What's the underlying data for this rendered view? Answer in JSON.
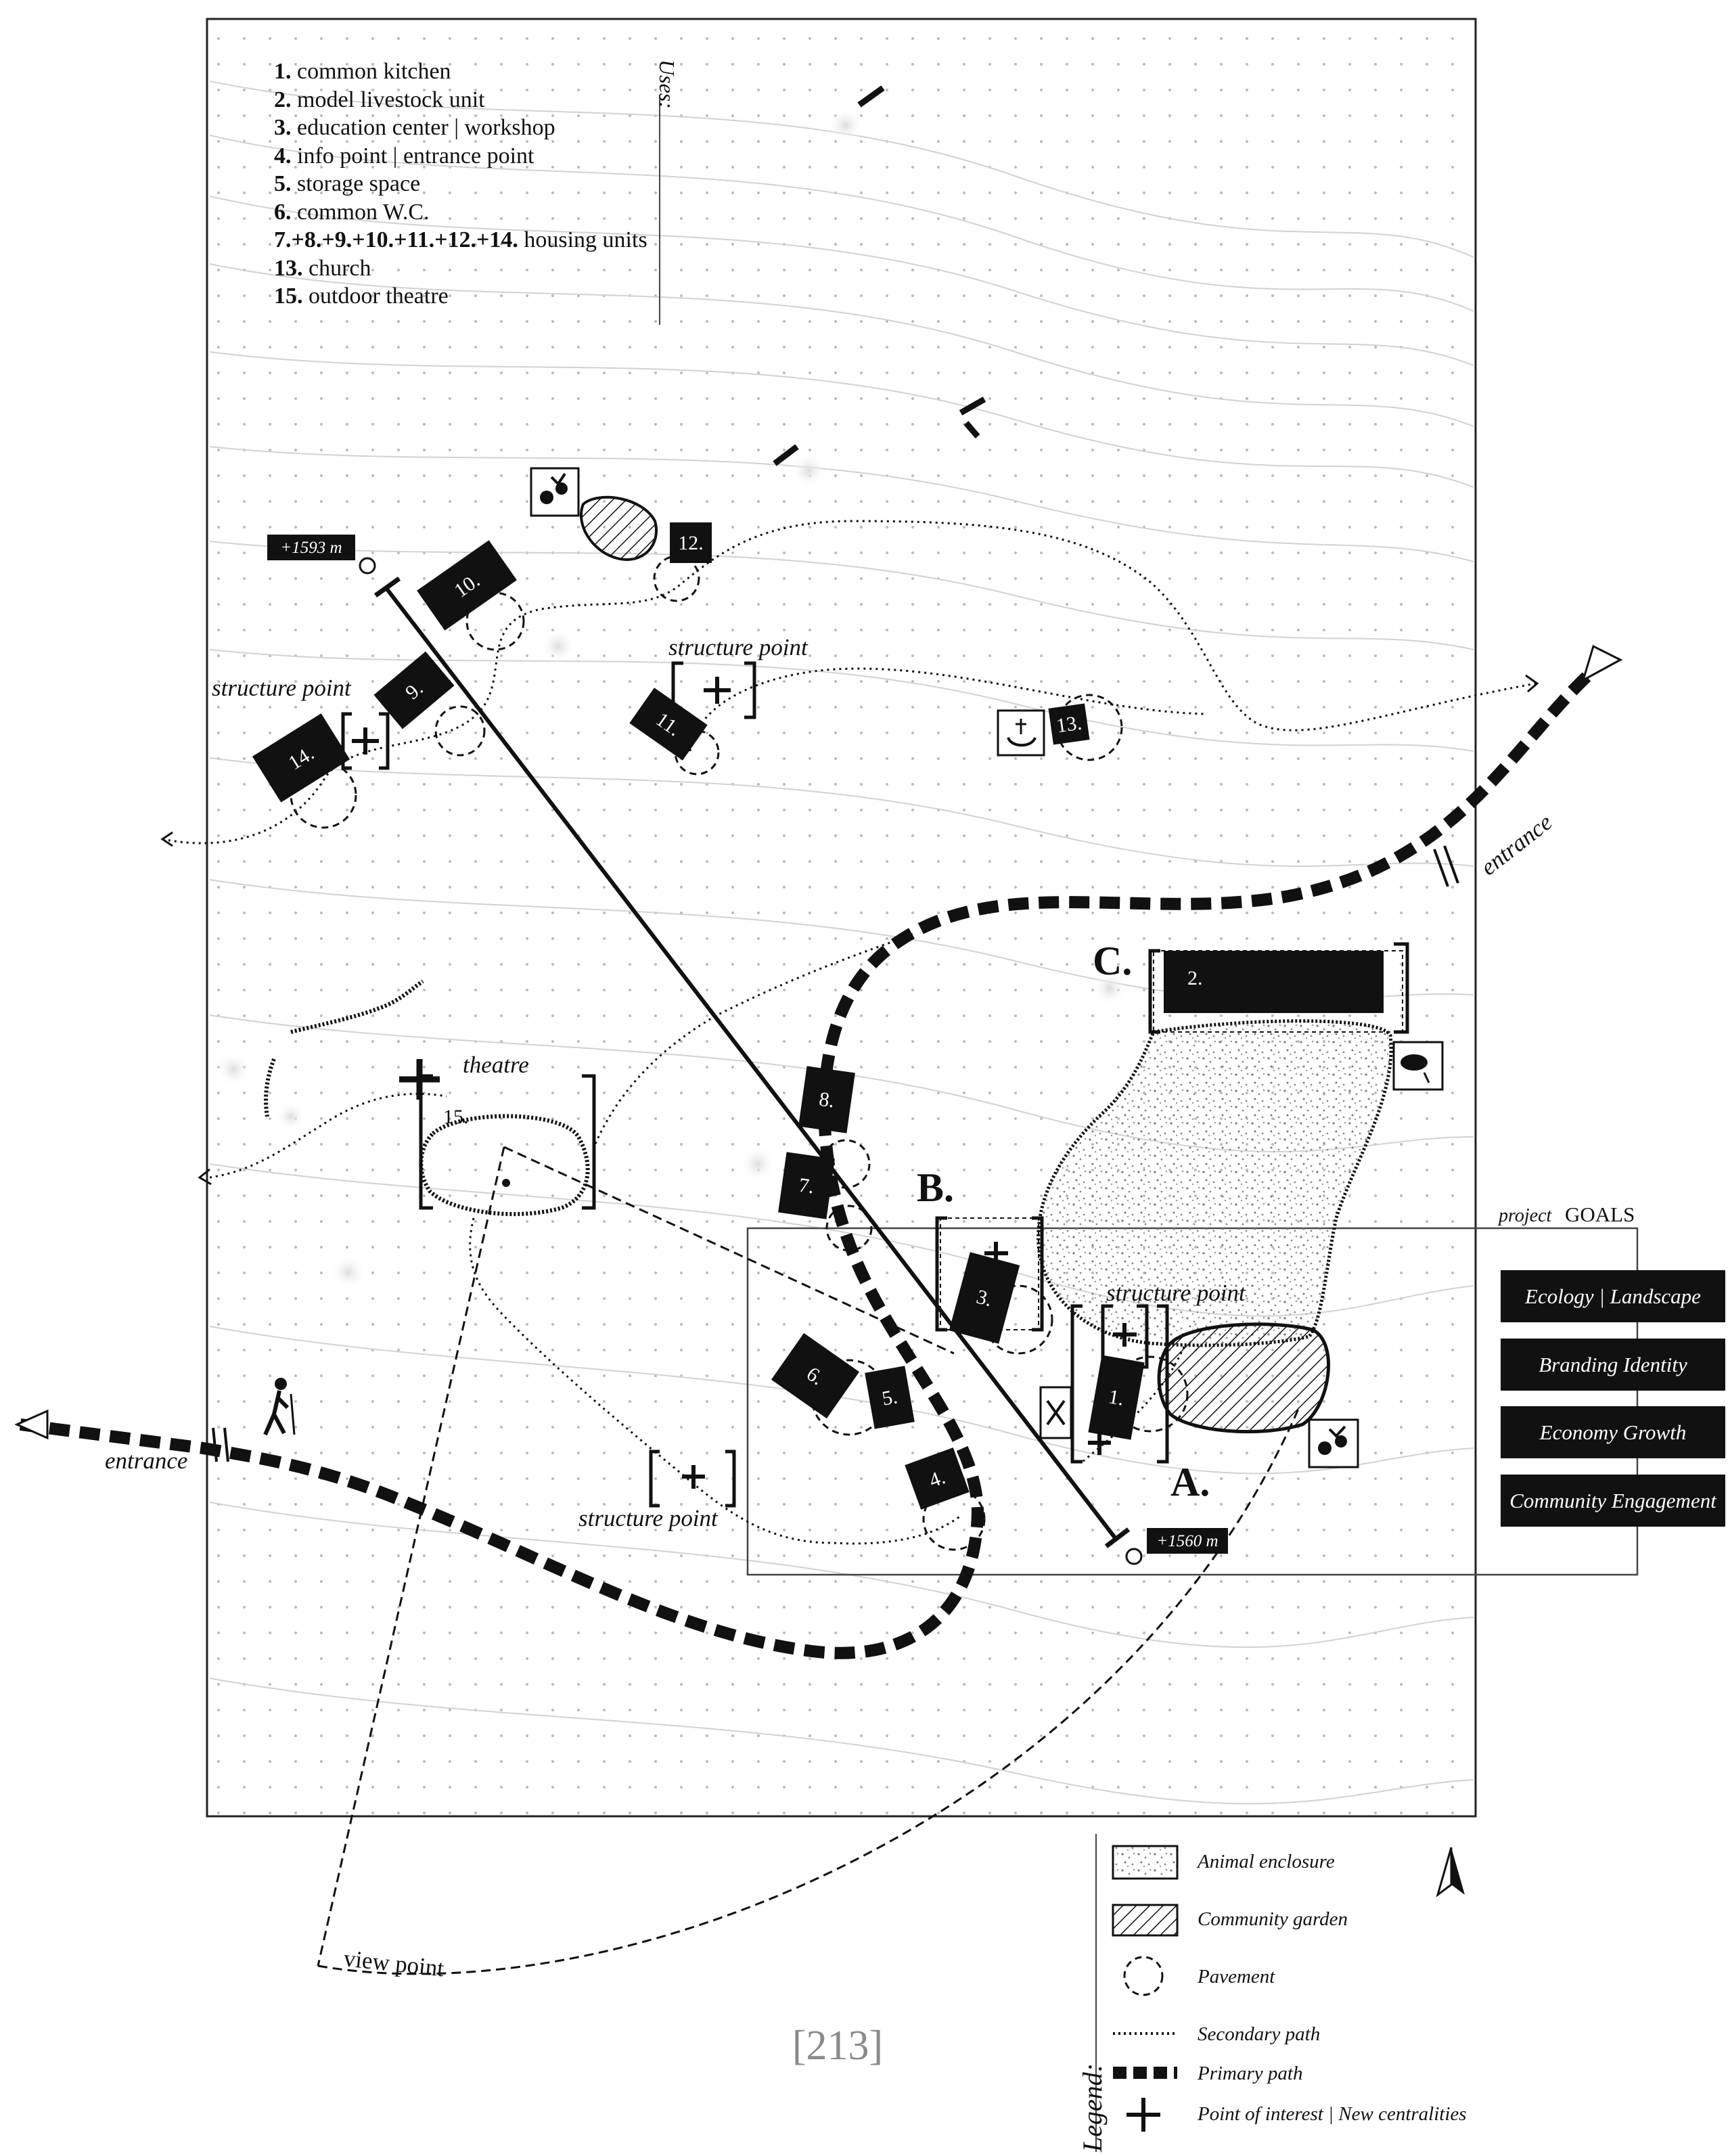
{
  "uses": {
    "heading": "Uses:",
    "items": [
      {
        "num": "1.",
        "text": "common kitchen"
      },
      {
        "num": "2.",
        "text": "model livestock unit"
      },
      {
        "num": "3.",
        "text": "education center | workshop"
      },
      {
        "num": "4.",
        "text": "info point | entrance point"
      },
      {
        "num": "5.",
        "text": "storage space"
      },
      {
        "num": "6.",
        "text": "common W.C."
      },
      {
        "num": "7.+8.+9.+10.+11.+12.+14.",
        "text": "housing units"
      },
      {
        "num": "13.",
        "text": "church"
      },
      {
        "num": "15.",
        "text": "outdoor theatre"
      }
    ]
  },
  "buildings": {
    "b1": "1.",
    "b2": "2.",
    "b3": "3.",
    "b4": "4.",
    "b5": "5.",
    "b6": "6.",
    "b7": "7.",
    "b8": "8.",
    "b9": "9.",
    "b10": "10.",
    "b11": "11.",
    "b12": "12.",
    "b13": "13.",
    "b14": "14.",
    "b15": "15."
  },
  "zones": {
    "a": "A.",
    "b": "B.",
    "c": "C."
  },
  "annotations": {
    "structure_point": "structure point",
    "theatre": "theatre",
    "entrance": "entrance",
    "view_point": "view point",
    "elevation_top": "+1593 m",
    "elevation_bottom": "+1560 m"
  },
  "goals": {
    "title_prefix": "project",
    "title": "GOALS",
    "items": [
      "Ecology | Landscape",
      "Branding Identity",
      "Economy Growth",
      "Community Engagement"
    ]
  },
  "legend": {
    "heading": "Legend:",
    "items": [
      "Animal enclosure",
      "Community garden",
      "Pavement",
      "Secondary path",
      "Primary path",
      "Point of interest | New centralities"
    ]
  },
  "page_number": "[213]",
  "icons": [
    "north-arrow-icon",
    "hiker-icon",
    "garden-icon",
    "church-hands-icon",
    "livestock-icon",
    "info-icon"
  ]
}
